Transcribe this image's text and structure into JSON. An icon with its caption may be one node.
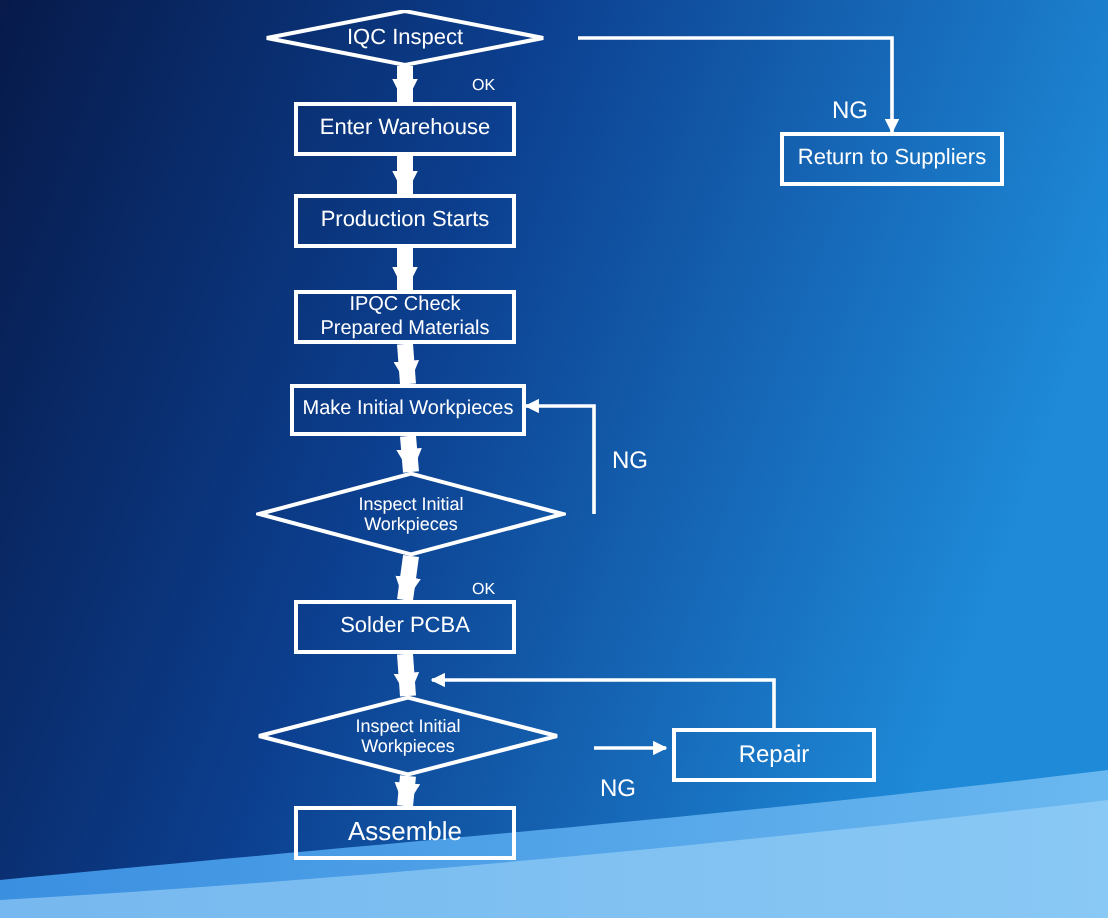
{
  "diagram": {
    "nodes": [
      {
        "text": [
          "IQC Inspect"
        ]
      },
      {
        "text": [
          "Enter Warehouse"
        ]
      },
      {
        "text": [
          "Return to Suppliers"
        ]
      },
      {
        "text": [
          "Production Starts"
        ]
      },
      {
        "text": [
          "IPQC Check Prepared Materials"
        ]
      },
      {
        "text": [
          "Make Initial Workpieces"
        ]
      },
      {
        "text": [
          "Inspect Initial Workpieces"
        ]
      },
      {
        "text": [
          "Solder PCBA"
        ]
      },
      {
        "text": [
          "Inspect Initial Workpieces"
        ]
      },
      {
        "text": [
          "Repair"
        ]
      },
      {
        "text": [
          "Assemble"
        ]
      }
    ],
    "edges": [
      {
        "from": 0,
        "to": 1,
        "arrow": "to",
        "label": "OK"
      },
      {
        "from": 0,
        "to": 2,
        "arrow": "to",
        "label": "NG"
      },
      {
        "from": 1,
        "to": 3,
        "arrow": "to"
      },
      {
        "from": 3,
        "to": 4,
        "arrow": "to"
      },
      {
        "from": 4,
        "to": 5,
        "arrow": "to"
      },
      {
        "from": 5,
        "to": 6,
        "arrow": "to"
      },
      {
        "from": 6,
        "to": 5,
        "arrow": "to",
        "label": "NG"
      },
      {
        "from": 6,
        "to": 7,
        "arrow": "to",
        "label": "OK"
      },
      {
        "from": 7,
        "to": 8,
        "arrow": "to"
      },
      {
        "from": 8,
        "to": 9,
        "arrow": "to",
        "label": "NG"
      },
      {
        "from": 9,
        "to": 8,
        "arrow": "to"
      },
      {
        "from": 8,
        "to": 10,
        "arrow": "to"
      }
    ]
  }
}
